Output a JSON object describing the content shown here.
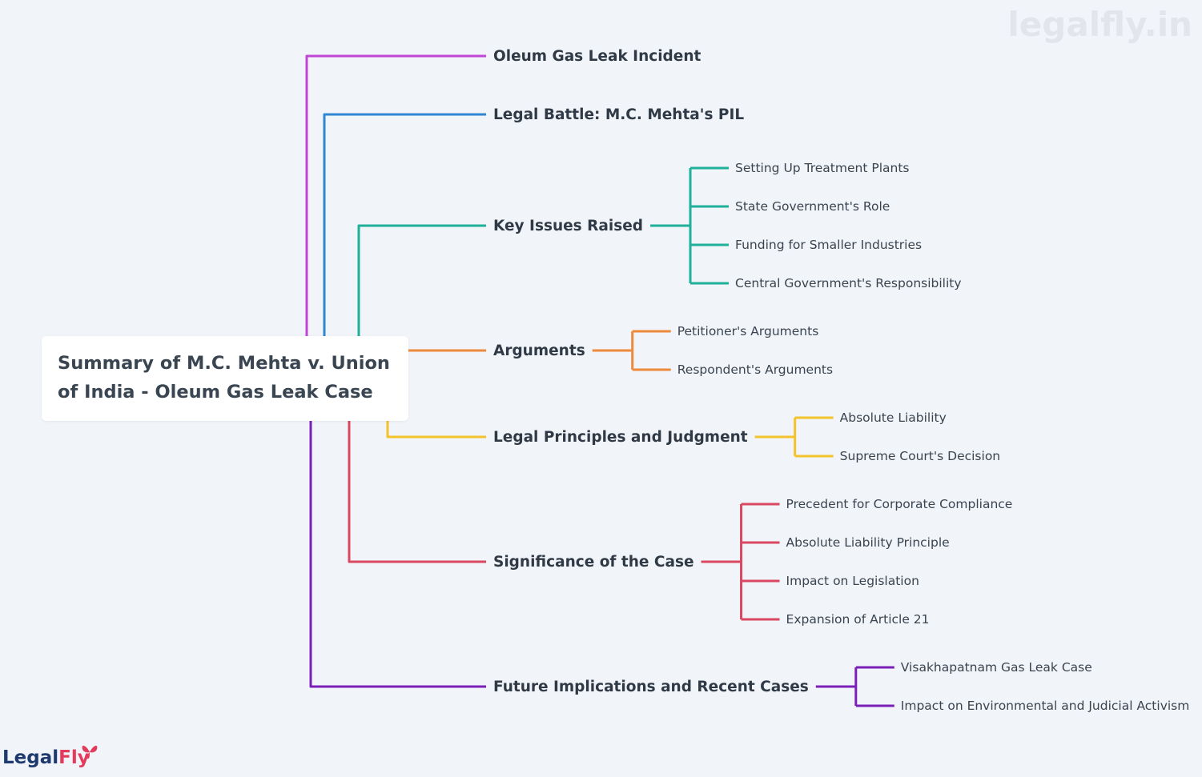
{
  "watermark": "legalfly.in",
  "logo": {
    "part1": "Legal",
    "part2": "Fly"
  },
  "root": {
    "title": "Summary of M.C. Mehta v. Union of India - Oleum Gas Leak Case"
  },
  "branches": [
    {
      "label": "Oleum Gas Leak Incident",
      "color": "#c146d8",
      "children": []
    },
    {
      "label": "Legal Battle: M.C. Mehta's PIL",
      "color": "#2f86d4",
      "children": []
    },
    {
      "label": "Key Issues Raised",
      "color": "#1fb09a",
      "children": [
        "Setting Up Treatment Plants",
        "State Government's Role",
        "Funding for Smaller Industries",
        "Central Government's Responsibility"
      ]
    },
    {
      "label": "Arguments",
      "color": "#ee8a3c",
      "children": [
        "Petitioner's Arguments",
        "Respondent's Arguments"
      ]
    },
    {
      "label": "Legal Principles and Judgment",
      "color": "#f4c22b",
      "children": [
        "Absolute Liability",
        "Supreme Court's Decision"
      ]
    },
    {
      "label": "Significance of the Case",
      "color": "#d9485e",
      "children": [
        "Precedent for Corporate Compliance",
        "Absolute Liability Principle",
        "Impact on Legislation",
        "Expansion of Article 21"
      ]
    },
    {
      "label": "Future Implications and Recent Cases",
      "color": "#7a1fb8",
      "children": [
        "Visakhapatnam Gas Leak Case",
        "Impact on Environmental and Judicial Activism"
      ]
    }
  ]
}
